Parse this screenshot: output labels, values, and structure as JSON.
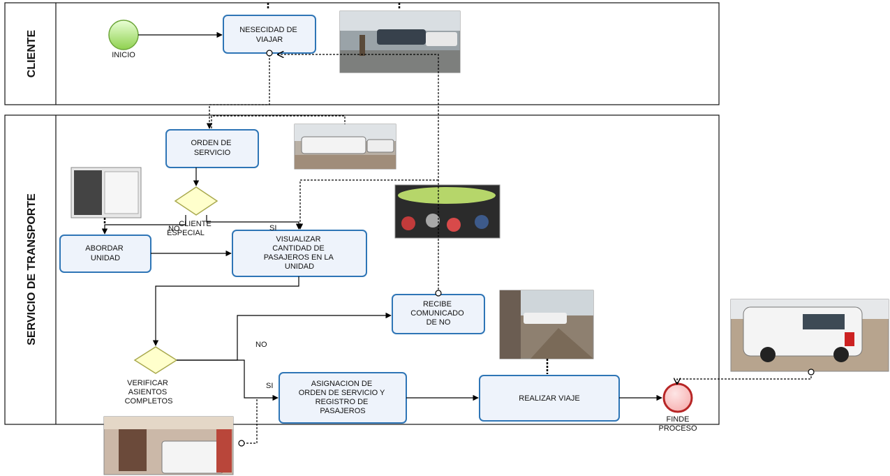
{
  "lanes": {
    "cliente": "CLIENTE",
    "servicio": "SERVICIO DE TRANSPORTE"
  },
  "events": {
    "start": "INICIO",
    "end_line1": "FINDE",
    "end_line2": "PROCESO"
  },
  "tasks": {
    "necesidad": [
      "NESECIDAD DE",
      "VIAJAR"
    ],
    "orden": [
      "ORDEN DE",
      "SERVICIO"
    ],
    "abordar": [
      "ABORDAR",
      "UNIDAD"
    ],
    "visualizar": [
      "VISUALIZAR",
      "CANTIDAD DE",
      "PASAJEROS  EN LA",
      "UNIDAD"
    ],
    "recibe": [
      "RECIBE",
      "COMUNICADO",
      "DE  NO"
    ],
    "asignacion": [
      "ASIGNACION DE",
      "ORDEN DE SERVICIO Y",
      "REGISTRO DE",
      "PASAJEROS"
    ],
    "realizar": [
      "REALIZAR VIAJE"
    ]
  },
  "gateways": {
    "cliente_especial": [
      "CLIENTE",
      "ESPECIAL"
    ],
    "verificar": [
      "VERIFICAR",
      "ASIENTOS",
      "COMPLETOS"
    ]
  },
  "branch_labels": {
    "no_1": "NO",
    "si_1": "SI",
    "no_2": "NO",
    "si_2": "SI"
  },
  "colors": {
    "task_border": "#2e75b6",
    "task_fill": "#eef3fb",
    "start_event": "#7ac143",
    "end_event": "#c0392b",
    "gateway_fill": "#ffffcc"
  }
}
